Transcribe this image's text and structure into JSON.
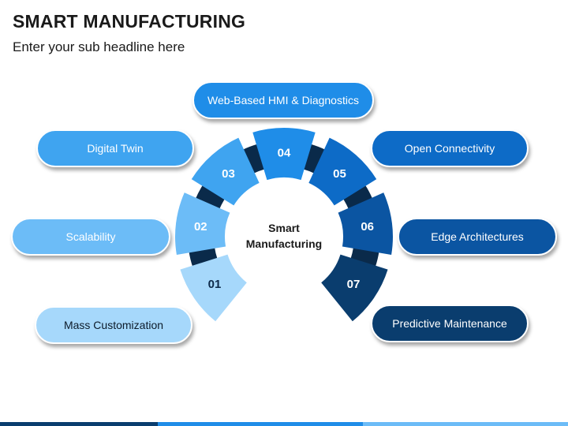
{
  "header": {
    "title": "SMART MANUFACTURING",
    "subtitle": "Enter your sub headline here"
  },
  "center": {
    "line1": "Smart",
    "line2": "Manufacturing"
  },
  "segments": [
    {
      "number": "01",
      "label": "Mass Customization",
      "color": "#a6d8fb"
    },
    {
      "number": "02",
      "label": "Scalability",
      "color": "#6cbcf7"
    },
    {
      "number": "03",
      "label": "Digital Twin",
      "color": "#3fa4f0"
    },
    {
      "number": "04",
      "label": "Web-Based HMI & Diagnostics",
      "color": "#1f8de8"
    },
    {
      "number": "05",
      "label": "Open Connectivity",
      "color": "#0d6bc7"
    },
    {
      "number": "06",
      "label": "Edge Architectures",
      "color": "#0b55a2"
    },
    {
      "number": "07",
      "label": "Predictive Maintenance",
      "color": "#0a3d6e"
    }
  ],
  "connector_color": "#0a2a4a",
  "bottom_bar_colors": [
    "#0a3d6e",
    "#1f8de8",
    "#6cbcf7"
  ]
}
